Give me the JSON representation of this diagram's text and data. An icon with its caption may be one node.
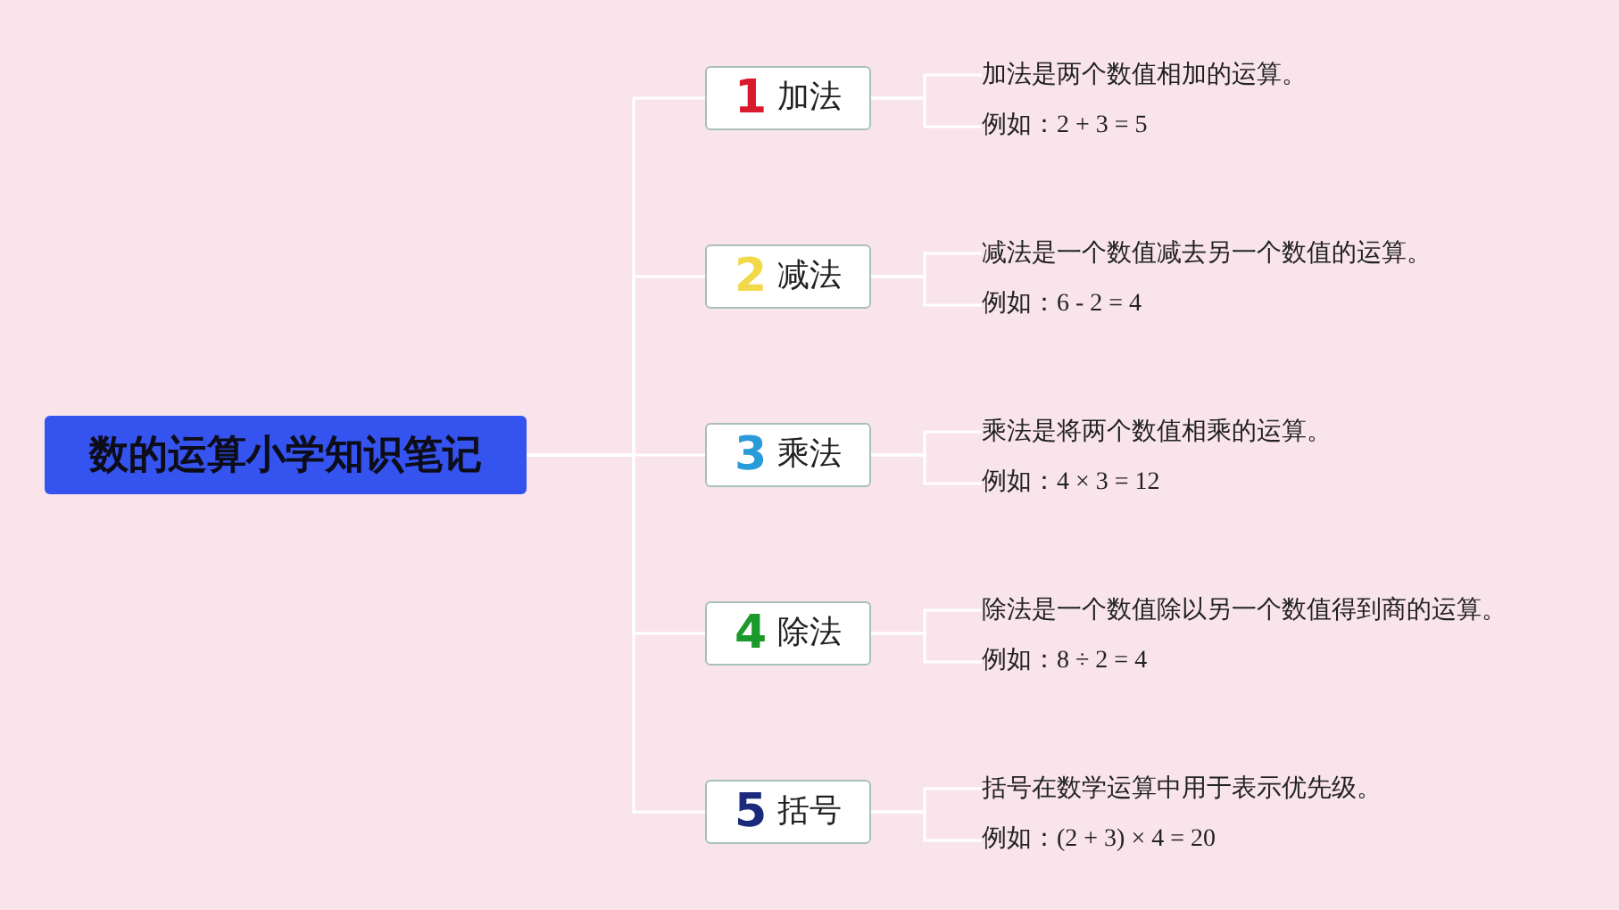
{
  "diagram": {
    "nodes": [
      {
        "text": [
          "数的运算小学知识笔记"
        ]
      },
      {
        "text": [
          "1",
          "加法"
        ]
      },
      {
        "text": [
          "加法是两个数值相加的运算。"
        ]
      },
      {
        "text": [
          "例如：2 + 3 = 5"
        ]
      },
      {
        "text": [
          "2",
          "减法"
        ]
      },
      {
        "text": [
          "减法是一个数值减去另一个数值的运算。"
        ]
      },
      {
        "text": [
          "例如：6 - 2 = 4"
        ]
      },
      {
        "text": [
          "3",
          "乘法"
        ]
      },
      {
        "text": [
          "乘法是将两个数值相乘的运算。"
        ]
      },
      {
        "text": [
          "例如：4 × 3 = 12"
        ]
      },
      {
        "text": [
          "4",
          "除法"
        ]
      },
      {
        "text": [
          "除法是一个数值除以另一个数值得到商的运算。"
        ]
      },
      {
        "text": [
          "例如：8 ÷ 2 = 4"
        ]
      },
      {
        "text": [
          "5",
          "括号"
        ]
      },
      {
        "text": [
          "括号在数学运算中用于表示优先级。"
        ]
      },
      {
        "text": [
          "例如：(2 + 3) × 4 = 20"
        ]
      }
    ],
    "edges": [
      {
        "from": 0,
        "to": 1,
        "arrow": "none"
      },
      {
        "from": 0,
        "to": 4,
        "arrow": "none"
      },
      {
        "from": 0,
        "to": 7,
        "arrow": "none"
      },
      {
        "from": 0,
        "to": 10,
        "arrow": "none"
      },
      {
        "from": 0,
        "to": 13,
        "arrow": "none"
      },
      {
        "from": 1,
        "to": 2,
        "arrow": "none"
      },
      {
        "from": 1,
        "to": 3,
        "arrow": "none"
      },
      {
        "from": 4,
        "to": 5,
        "arrow": "none"
      },
      {
        "from": 4,
        "to": 6,
        "arrow": "none"
      },
      {
        "from": 7,
        "to": 8,
        "arrow": "none"
      },
      {
        "from": 7,
        "to": 9,
        "arrow": "none"
      },
      {
        "from": 10,
        "to": 11,
        "arrow": "none"
      },
      {
        "from": 10,
        "to": 12,
        "arrow": "none"
      },
      {
        "from": 13,
        "to": 14,
        "arrow": "none"
      },
      {
        "from": 13,
        "to": 15,
        "arrow": "none"
      }
    ]
  }
}
